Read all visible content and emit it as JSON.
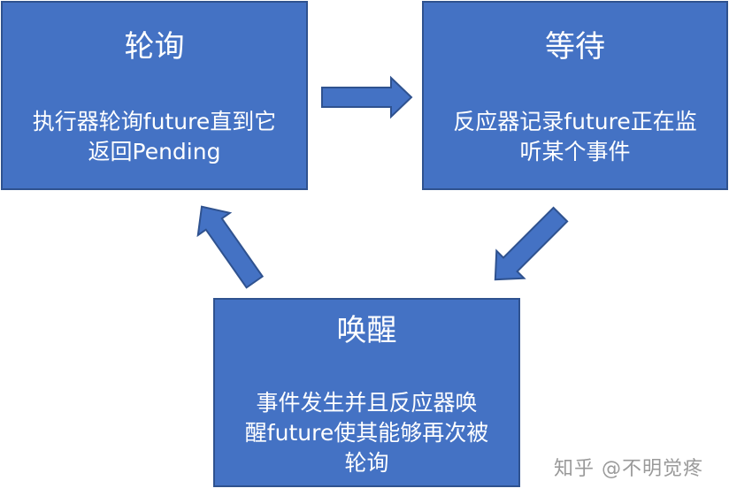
{
  "nodes": {
    "poll": {
      "title": "轮询",
      "body_line1": "执行器轮询future直到它",
      "body_line2": "返回Pending"
    },
    "wait": {
      "title": "等待",
      "body_line1": "反应器记录future正在监",
      "body_line2": "听某个事件"
    },
    "wake": {
      "title": "唤醒",
      "body_line1": "事件发生并且反应器唤",
      "body_line2": "醒future使其能够再次被",
      "body_line3": "轮询"
    }
  },
  "edges": [
    {
      "from": "poll",
      "to": "wait"
    },
    {
      "from": "wait",
      "to": "wake"
    },
    {
      "from": "wake",
      "to": "poll"
    }
  ],
  "watermark": "知乎 @不明觉疼",
  "colors": {
    "box_fill": "#4472c4",
    "box_border": "#2f528f",
    "text": "#ffffff",
    "watermark": "#9a9a9a"
  }
}
